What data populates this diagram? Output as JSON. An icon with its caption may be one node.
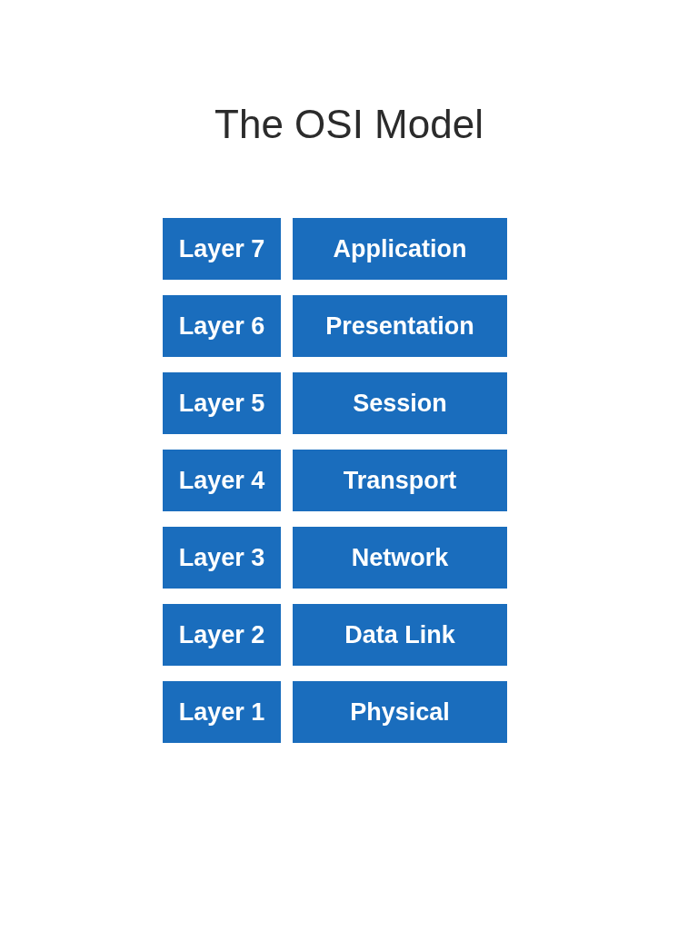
{
  "diagram": {
    "title": "The OSI Model",
    "nodes": [
      {
        "text": [
          "Layer 7"
        ]
      },
      {
        "text": [
          "Application"
        ]
      },
      {
        "text": [
          "Layer 6"
        ]
      },
      {
        "text": [
          "Presentation"
        ]
      },
      {
        "text": [
          "Layer 5"
        ]
      },
      {
        "text": [
          "Session"
        ]
      },
      {
        "text": [
          "Layer 4"
        ]
      },
      {
        "text": [
          "Transport"
        ]
      },
      {
        "text": [
          "Layer 3"
        ]
      },
      {
        "text": [
          "Network"
        ]
      },
      {
        "text": [
          "Layer 2"
        ]
      },
      {
        "text": [
          "Data Link"
        ]
      },
      {
        "text": [
          "Layer 1"
        ]
      },
      {
        "text": [
          "Physical"
        ]
      }
    ]
  }
}
